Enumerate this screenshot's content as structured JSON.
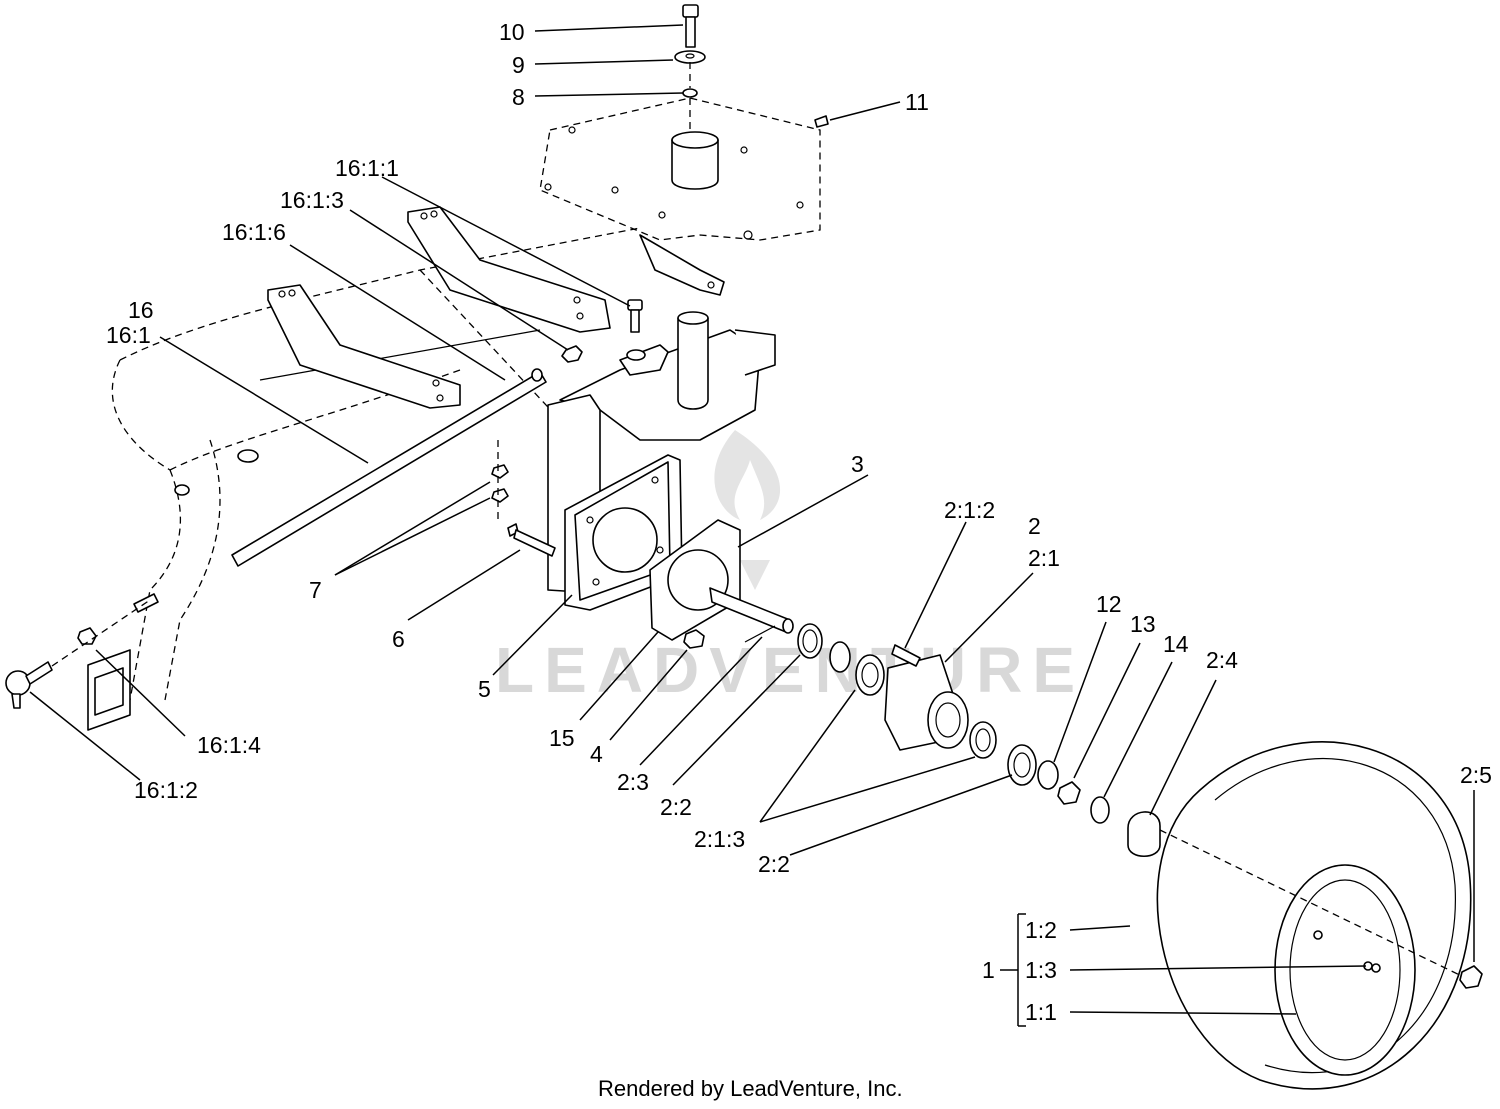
{
  "watermark_text": "LEADVENTURE",
  "footer": "Rendered by LeadVenture, Inc.",
  "callouts": {
    "c10": "10",
    "c9": "9",
    "c8": "8",
    "c11": "11",
    "c16_1_1": "16:1:1",
    "c16_1_3": "16:1:3",
    "c16_1_6": "16:1:6",
    "c16": "16",
    "c16_1": "16:1",
    "c3": "3",
    "c2_1_2": "2:1:2",
    "c2": "2",
    "c2_1": "2:1",
    "c7": "7",
    "c6": "6",
    "c5": "5",
    "c15": "15",
    "c4": "4",
    "c2_3": "2:3",
    "c2_2a": "2:2",
    "c2_1_3": "2:1:3",
    "c2_2b": "2:2",
    "c16_1_4": "16:1:4",
    "c16_1_2": "16:1:2",
    "c12": "12",
    "c13": "13",
    "c14": "14",
    "c2_4": "2:4",
    "c2_5": "2:5",
    "c1": "1",
    "c1_2": "1:2",
    "c1_3": "1:3",
    "c1_1": "1:1"
  }
}
